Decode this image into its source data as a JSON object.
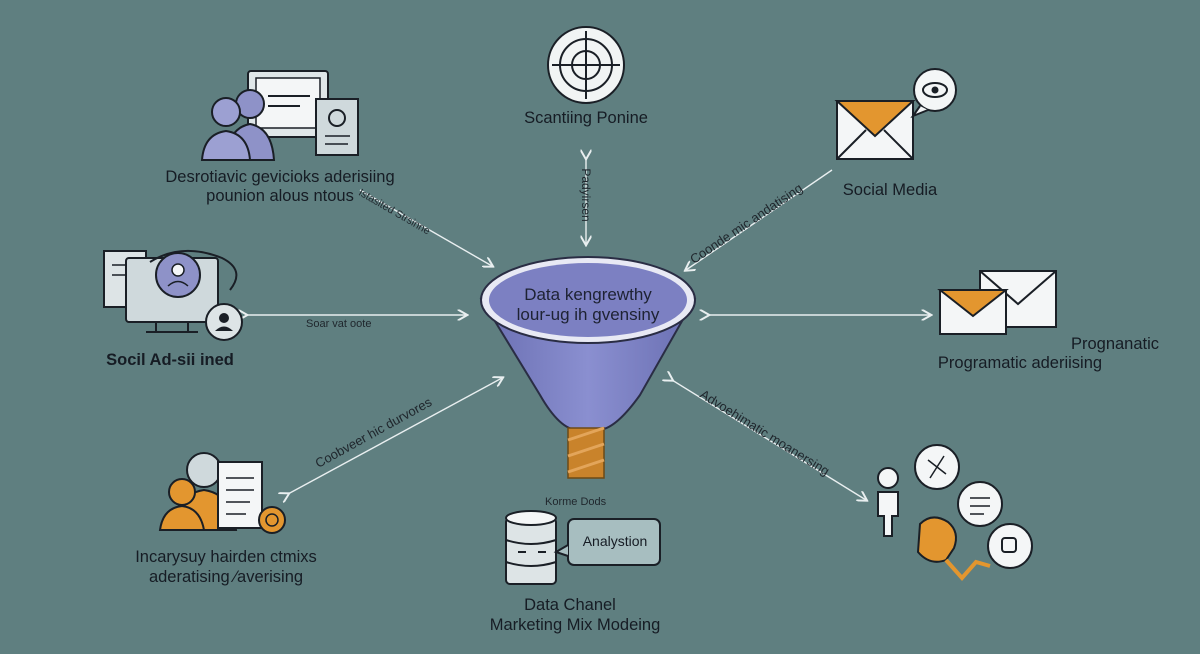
{
  "colors": {
    "background": "#5f7f80",
    "funnel": "#7a7fc0",
    "funnel_rim": "#e8e9f4",
    "spout": "#c9832b",
    "accent_orange": "#e3962f",
    "line": "#e9eff0",
    "icon_stroke": "#1a1f26"
  },
  "center": {
    "line1": "Data kengrewthy",
    "line2": "lour-ug ih gvensiny",
    "spout_label": "Korme Dods"
  },
  "nodes": {
    "top": {
      "title": "Scantiing Ponine",
      "icon": "target-icon"
    },
    "top_left": {
      "line1": "Desrotiavic gevicioks aderisiing",
      "line2": "pounion alous ntous",
      "icon": "people-screen-icon"
    },
    "top_right": {
      "title": "Social Media",
      "icon": "envelope-eye-icon"
    },
    "left": {
      "title": "Socil Ad-sii ined",
      "icon": "ad-monitor-icon"
    },
    "right": {
      "line1": "Prognanatic",
      "line2": "Programatic aderiising",
      "icon": "envelopes-icon"
    },
    "bottom_left": {
      "line1": "Incarysuy hairden ctmixs",
      "line2": "aderatising ⁄averising",
      "icon": "report-person-icon"
    },
    "bottom": {
      "bubble": "Analystion",
      "line1": "Data Chanel",
      "line2": "Marketing Mix Modeing",
      "icon": "database-icon"
    },
    "bottom_right": {
      "icon": "people-chat-icon"
    }
  },
  "edges": {
    "top": "Padyirsen",
    "top_left": "Istasited Strsinne",
    "top_right": "Coonde mic andatising",
    "left": "Soar vat oote",
    "bottom_left": "Coobveer hic durvores",
    "bottom_right": "Advoehimatic moanersing"
  }
}
